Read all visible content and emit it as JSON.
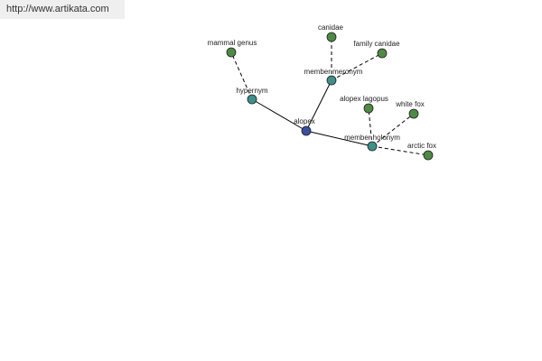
{
  "header": {
    "url": "http://www.artikata.com"
  },
  "graph": {
    "nodes": [
      {
        "id": "alopex",
        "label": "alopex",
        "role": "center"
      },
      {
        "id": "hypernym",
        "label": "hypernym",
        "role": "relation"
      },
      {
        "id": "mammal-genus",
        "label": "mammal genus",
        "role": "term"
      },
      {
        "id": "member-meronym",
        "label": "member meronym",
        "role": "relation"
      },
      {
        "id": "canidae",
        "label": "canidae",
        "role": "term"
      },
      {
        "id": "family-canidae",
        "label": "family canidae",
        "role": "term"
      },
      {
        "id": "member-holonym",
        "label": "member holonym",
        "role": "relation"
      },
      {
        "id": "alopex-lagopus",
        "label": "alopex lagopus",
        "role": "term"
      },
      {
        "id": "white-fox",
        "label": "white fox",
        "role": "term"
      },
      {
        "id": "arctic-fox",
        "label": "arctic fox",
        "role": "term"
      }
    ],
    "edges": [
      {
        "from": "alopex",
        "to": "hypernym",
        "style": "solid"
      },
      {
        "from": "alopex",
        "to": "member-meronym",
        "style": "solid"
      },
      {
        "from": "alopex",
        "to": "member-holonym",
        "style": "solid"
      },
      {
        "from": "hypernym",
        "to": "mammal-genus",
        "style": "dashed"
      },
      {
        "from": "member-meronym",
        "to": "canidae",
        "style": "dashed"
      },
      {
        "from": "member-meronym",
        "to": "family-canidae",
        "style": "dashed"
      },
      {
        "from": "member-holonym",
        "to": "alopex-lagopus",
        "style": "dashed"
      },
      {
        "from": "member-holonym",
        "to": "white-fox",
        "style": "dashed"
      },
      {
        "from": "member-holonym",
        "to": "arctic-fox",
        "style": "dashed"
      }
    ],
    "colors": {
      "center": "#3a4fa0",
      "relation": "#3f8f8a",
      "term": "#4f8a45",
      "edge": "#000000"
    }
  }
}
